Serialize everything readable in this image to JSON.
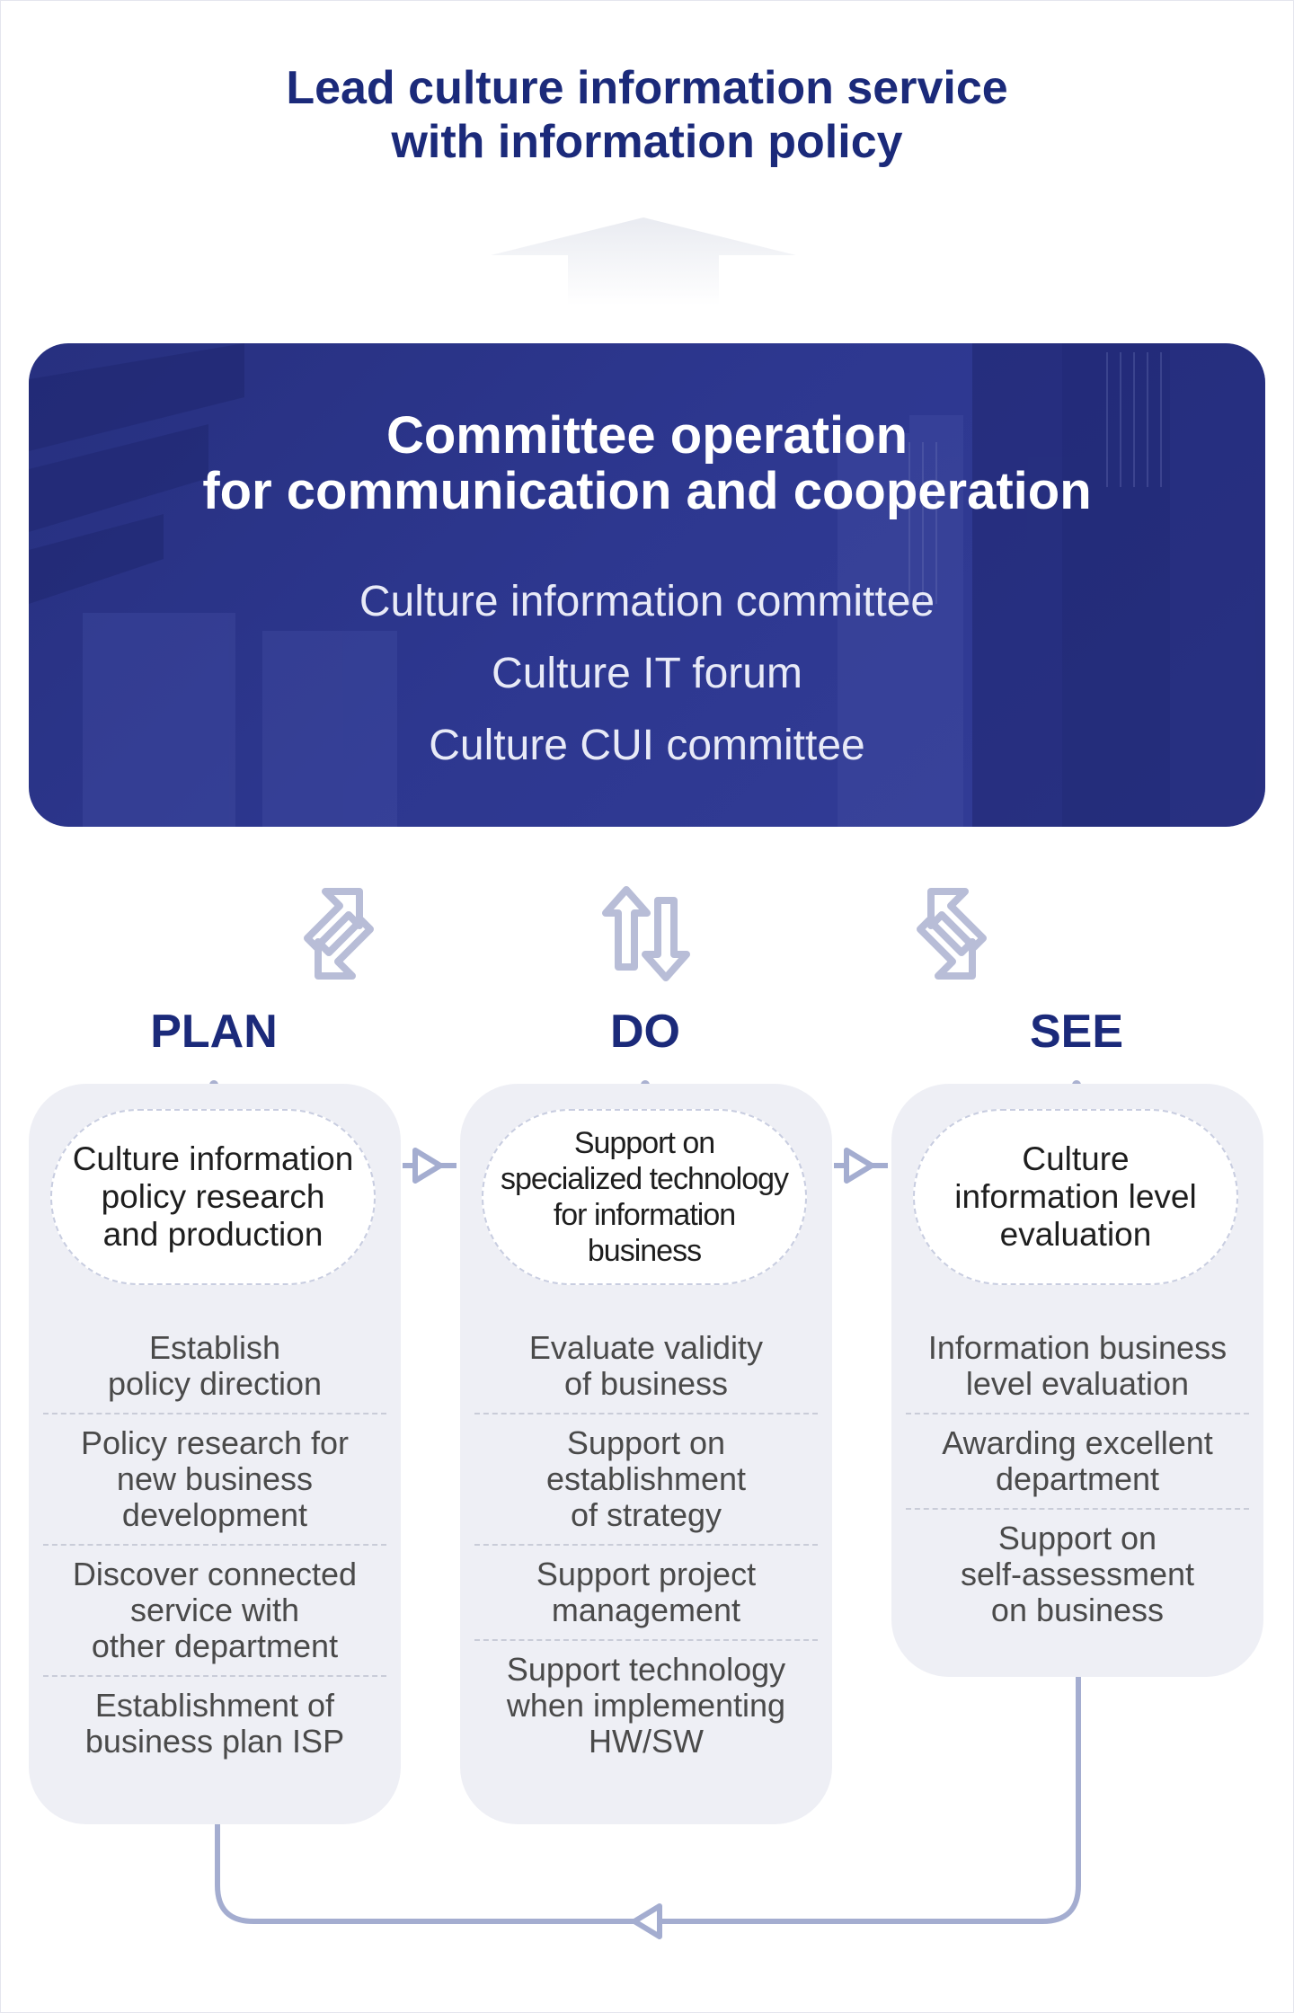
{
  "headline": [
    "Lead culture information service",
    "with information policy"
  ],
  "banner": {
    "title": [
      "Committee operation",
      "for communication and cooperation"
    ],
    "items": [
      "Culture information committee",
      "Culture IT forum",
      "Culture CUI committee"
    ]
  },
  "phases": [
    {
      "label": "PLAN",
      "title": [
        "Culture information",
        "policy research",
        "and production"
      ],
      "items": [
        [
          "Establish",
          "policy direction"
        ],
        [
          "Policy research for",
          "new business",
          "development"
        ],
        [
          "Discover connected",
          "service with",
          "other department"
        ],
        [
          "Establishment of",
          "business plan ISP"
        ]
      ]
    },
    {
      "label": "DO",
      "title": [
        "Support on",
        "specialized technology",
        "for information",
        "business"
      ],
      "items": [
        [
          "Evaluate validity",
          "of business"
        ],
        [
          "Support on",
          "establishment",
          "of strategy"
        ],
        [
          "Support project",
          "management"
        ],
        [
          "Support technology",
          "when implementing",
          "HW/SW"
        ]
      ]
    },
    {
      "label": "SEE",
      "title": [
        "Culture",
        "information level",
        "evaluation"
      ],
      "items": [
        [
          "Information business",
          "level evaluation"
        ],
        [
          "Awarding excellent",
          "department"
        ],
        [
          "Support on",
          "self-assessment",
          "on business"
        ]
      ]
    }
  ],
  "icons": {
    "cycle": [
      "exchange-arrows-icon",
      "exchange-arrows-icon",
      "exchange-arrows-icon"
    ],
    "up_arrow": "up-arrow-icon",
    "flow_arrow": "flow-arrow-icon"
  },
  "colors": {
    "navy": "#1b2a7a",
    "banner": "#2d378f",
    "panel": "#eeeff5",
    "connector": "#a4add0"
  }
}
